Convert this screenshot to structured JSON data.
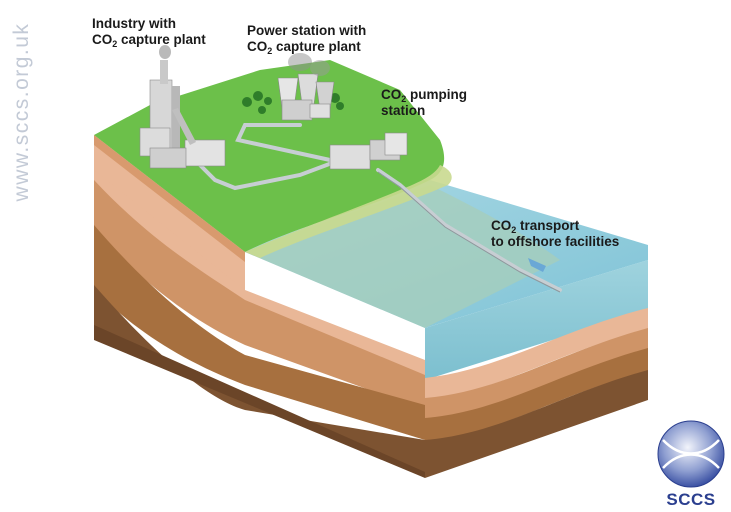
{
  "watermark": "www.sccs.org.uk",
  "labels": {
    "industry": {
      "line1": "Industry with",
      "line2_prefix": "CO",
      "line2_sub": "2",
      "line2_suffix": " capture plant"
    },
    "power": {
      "line1": "Power station with",
      "line2_prefix": "CO",
      "line2_sub": "2",
      "line2_suffix": " capture plant"
    },
    "pumping": {
      "line1_prefix": "CO",
      "line1_sub": "2",
      "line1_suffix": " pumping",
      "line2": "station"
    },
    "transport": {
      "line1_prefix": "CO",
      "line1_sub": "2",
      "line1_suffix": " transport",
      "line2": "to offshore facilities"
    }
  },
  "logo": {
    "text": "SCCS"
  },
  "colors": {
    "grass": "#5cb83a",
    "sea": "#8fcad8",
    "sea_deep": "#6fb7c9",
    "brand": "#2b3f8f"
  }
}
